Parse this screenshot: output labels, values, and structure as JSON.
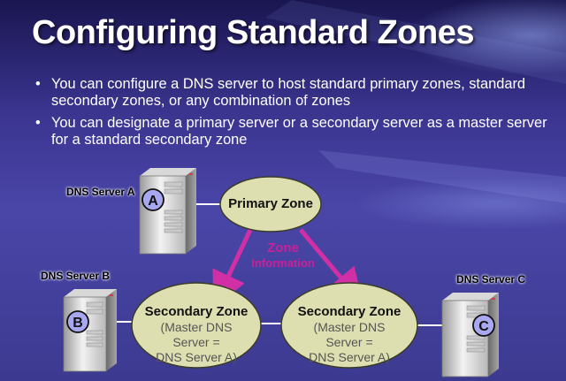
{
  "slide": {
    "title": "Configuring Standard Zones",
    "bullets": [
      "You can configure a DNS server to host standard primary zones, standard secondary zones, or any combination of zones",
      "You can designate a primary server or a secondary server as a master server for a standard secondary zone"
    ],
    "bullet_glyph": "•"
  },
  "diagram": {
    "servers": [
      {
        "label": "DNS Server A",
        "badge": "A"
      },
      {
        "label": "DNS Server B",
        "badge": "B"
      },
      {
        "label": "DNS Server C",
        "badge": "C"
      }
    ],
    "primary_zone": {
      "name": "Primary Zone"
    },
    "secondary_zones": [
      {
        "name": "Secondary Zone",
        "line1": "(Master DNS",
        "line2": "Server =",
        "line3": "DNS Server A)"
      },
      {
        "name": "Secondary Zone",
        "line1": "(Master DNS",
        "line2": "Server =",
        "line3": "DNS Server A)"
      }
    ],
    "transfer_label": {
      "line1": "Zone",
      "line2": "Information"
    }
  },
  "colors": {
    "zone_fill": "#dedfb0",
    "zone_stroke": "#3a3c28",
    "arrow": "#d12fa5",
    "badge_fill": "#a8a8f2",
    "connector": "#ffffff"
  },
  "icons": [
    "server-tower-icon",
    "arrow-down-icon"
  ]
}
